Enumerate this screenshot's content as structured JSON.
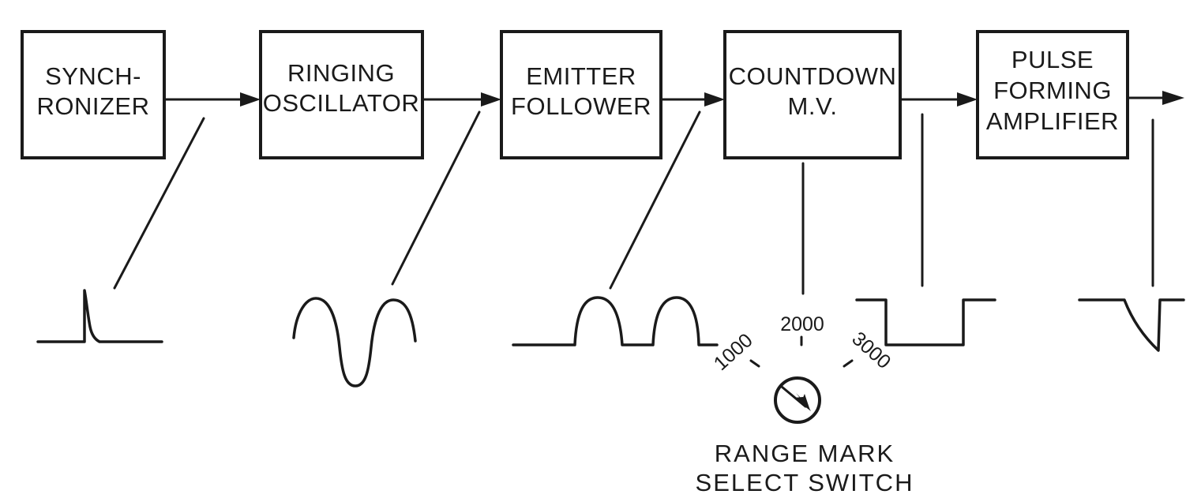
{
  "blocks": {
    "synchronizer": [
      "SYNCH-",
      "RONIZER"
    ],
    "ringing_oscillator": [
      "RINGING",
      "OSCILLATOR"
    ],
    "emitter_follower": [
      "EMITTER",
      "FOLLOWER"
    ],
    "countdown_mv": [
      "COUNTDOWN",
      "M.V."
    ],
    "pulse_forming_amplifier": [
      "PULSE",
      "FORMING",
      "AMPLIFIER"
    ]
  },
  "switch": {
    "positions": [
      "1000",
      "2000",
      "3000"
    ],
    "caption": [
      "RANGE MARK",
      "SELECT SWITCH"
    ]
  },
  "waveforms": [
    "sync-pulse",
    "ringing-sine",
    "half-wave-pulses",
    "square-gate",
    "negative-spike"
  ]
}
